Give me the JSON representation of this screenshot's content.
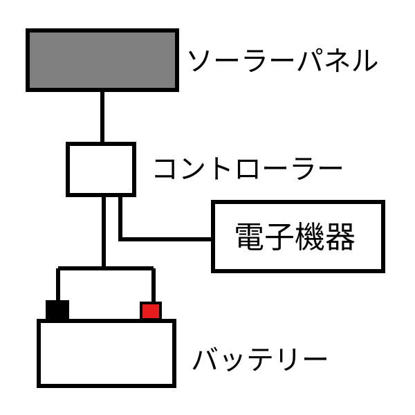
{
  "diagram": {
    "solar_panel": {
      "label": "ソーラーパネル",
      "fill": "#808080"
    },
    "controller": {
      "label": "コントローラー"
    },
    "device": {
      "label": "電子機器"
    },
    "battery": {
      "label": "バッテリー",
      "negative_terminal_color": "#000000",
      "positive_terminal_color": "#e81c1c"
    },
    "line_color": "#000000"
  }
}
